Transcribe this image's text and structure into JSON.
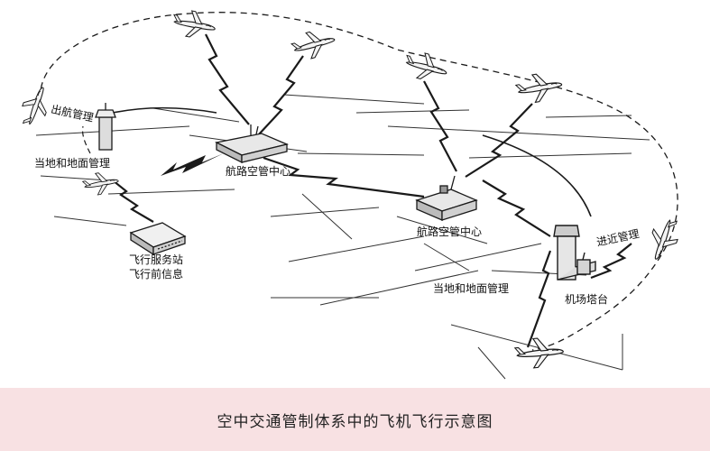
{
  "diagram": {
    "labels": {
      "departure_control": "出航管理",
      "local_ground_left": "当地和地面管理",
      "route_center_1": "航路空管中心",
      "route_center_2": "航路空管中心",
      "flight_service_line1": "飞行服务站",
      "flight_service_line2": "飞行前信息",
      "approach_control": "进近管理",
      "local_ground_right": "当地和地面管理",
      "airport_tower": "机场塔台"
    }
  },
  "caption": "空中交通管制体系中的飞机飞行示意图",
  "colors": {
    "ink": "#1a1a1a",
    "caption_bg": "#f8e1e3"
  }
}
